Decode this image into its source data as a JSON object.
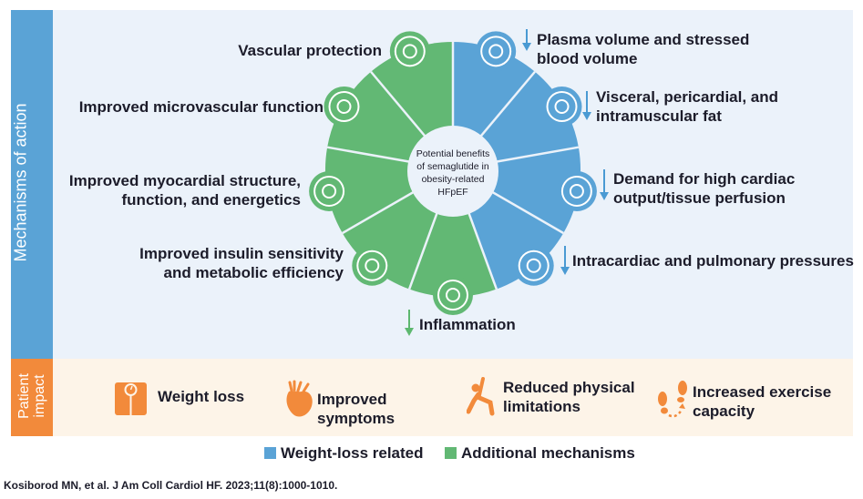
{
  "colors": {
    "weight_loss": "#5aa3d6",
    "additional": "#62b874",
    "impact": "#f28a3b",
    "panel_top": "#ebf2fa",
    "panel_bottom": "#fdf4e8"
  },
  "sidebar": {
    "mechanisms_label": "Mechanisms of action",
    "impact_line1": "Patient",
    "impact_line2": "impact"
  },
  "center": {
    "line1": "Potential benefits",
    "line2": "of semaglutide in",
    "line3": "obesity-related",
    "line4": "HFpEF"
  },
  "mechanisms": {
    "weight_loss_related": [
      {
        "line1": "Plasma volume and stressed",
        "line2": "blood volume",
        "direction": "decrease",
        "icon": "blood-vessel-flow-icon"
      },
      {
        "line1": "Visceral, pericardial, and",
        "line2": "intramuscular fat",
        "direction": "decrease",
        "icon": "fat-tissue-icon"
      },
      {
        "line1": "Demand for high cardiac",
        "line2": "output/tissue perfusion",
        "direction": "decrease",
        "icon": "smartwatch-icon"
      },
      {
        "line1": "Intracardiac and pulmonary pressures",
        "line2": "",
        "direction": "decrease",
        "icon": "lungs-icon"
      }
    ],
    "additional": [
      {
        "line1": "Inflammation",
        "line2": "",
        "direction": "decrease",
        "icon": "flame-icon"
      },
      {
        "line1": "Improved insulin sensitivity",
        "line2": "and metabolic efficiency",
        "icon": "pancreas-icon"
      },
      {
        "line1": "Improved myocardial structure,",
        "line2": "function, and energetics",
        "icon": "heart-icon"
      },
      {
        "line1": "Improved microvascular function",
        "line2": "",
        "icon": "microvessel-icon"
      },
      {
        "line1": "Vascular protection",
        "line2": "",
        "icon": "blood-vessel-icon"
      }
    ]
  },
  "impact": [
    {
      "line1": "Weight loss",
      "line2": "",
      "icon": "scale-icon"
    },
    {
      "line1": "Improved",
      "line2": "symptoms",
      "icon": "heart-icon"
    },
    {
      "line1": "Reduced physical",
      "line2": "limitations",
      "icon": "stretching-person-icon"
    },
    {
      "line1": "Increased exercise",
      "line2": "capacity",
      "icon": "footsteps-icon"
    }
  ],
  "legend": {
    "weight_loss": "Weight-loss related",
    "additional": "Additional mechanisms"
  },
  "citation": "Kosiborod MN, et al. J Am Coll Cardiol HF. 2023;11(8):1000-1010."
}
